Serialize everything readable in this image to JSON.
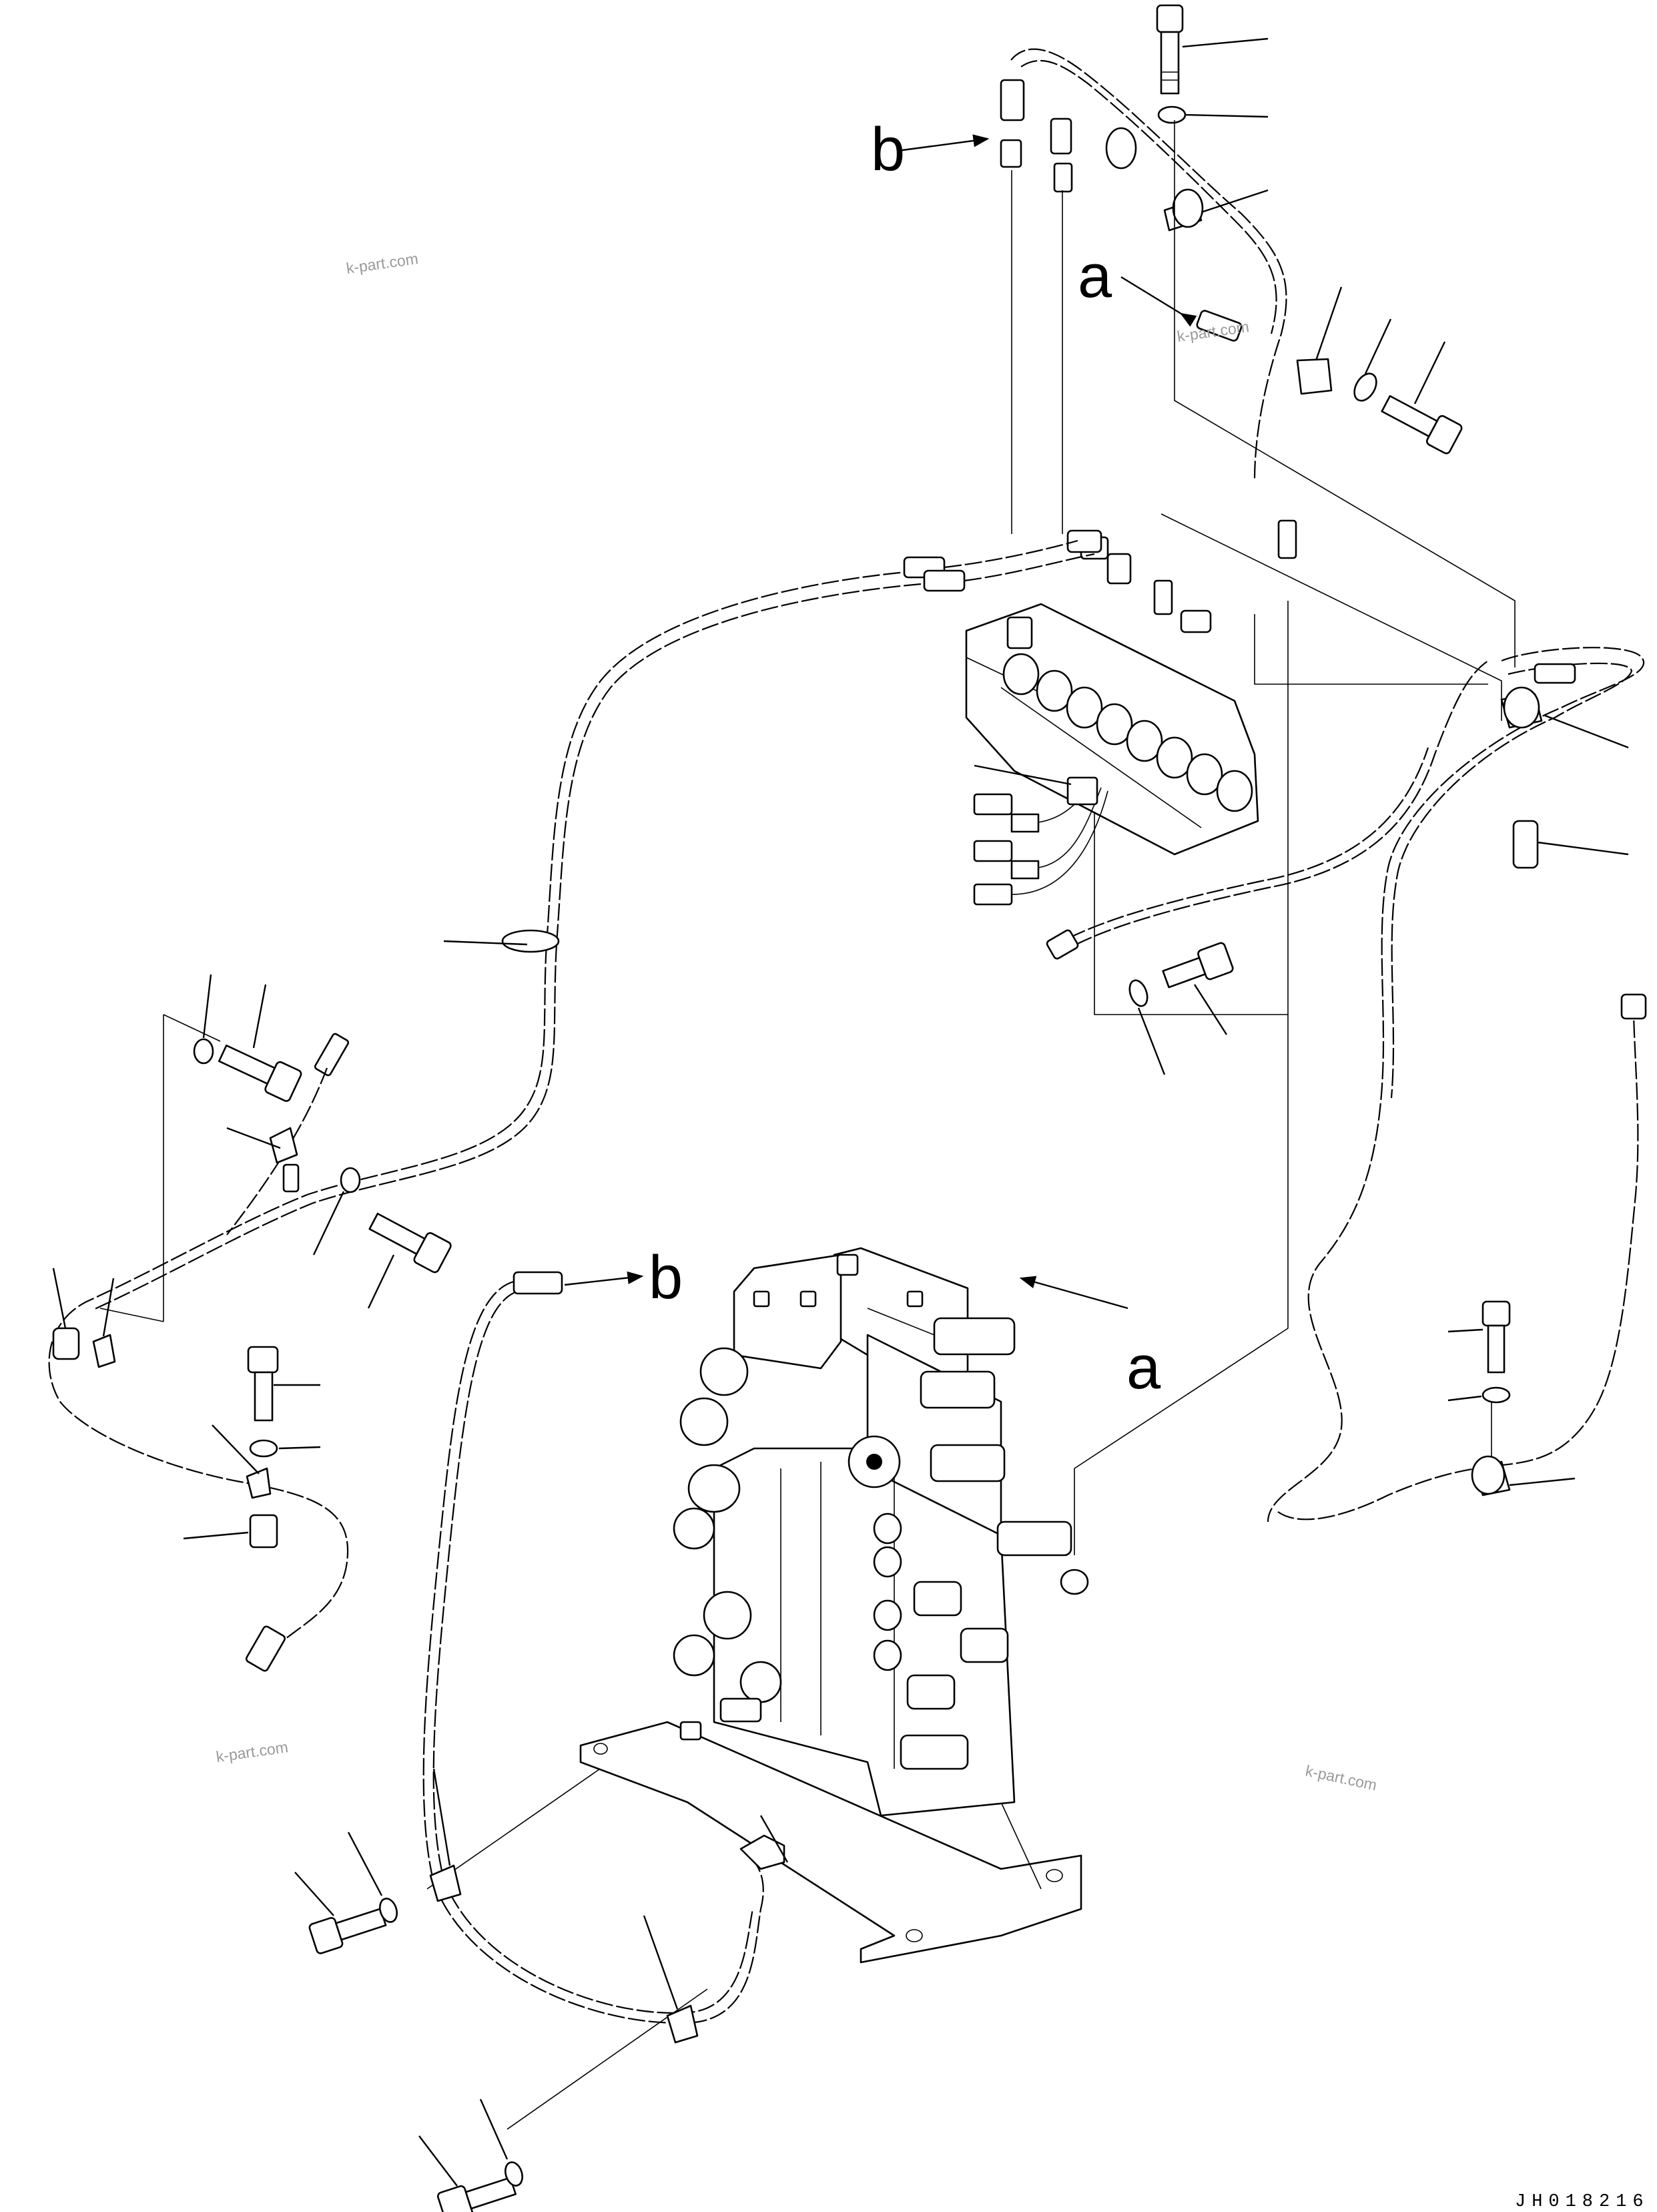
{
  "callouts": {
    "a_top": "a",
    "b_top": "b",
    "b_bottom": "b",
    "a_bottom": "a"
  },
  "watermarks": [
    "k-part.com",
    "k-part.com",
    "k-part.com",
    "k-part.com"
  ],
  "drawing_code": "JH018216"
}
